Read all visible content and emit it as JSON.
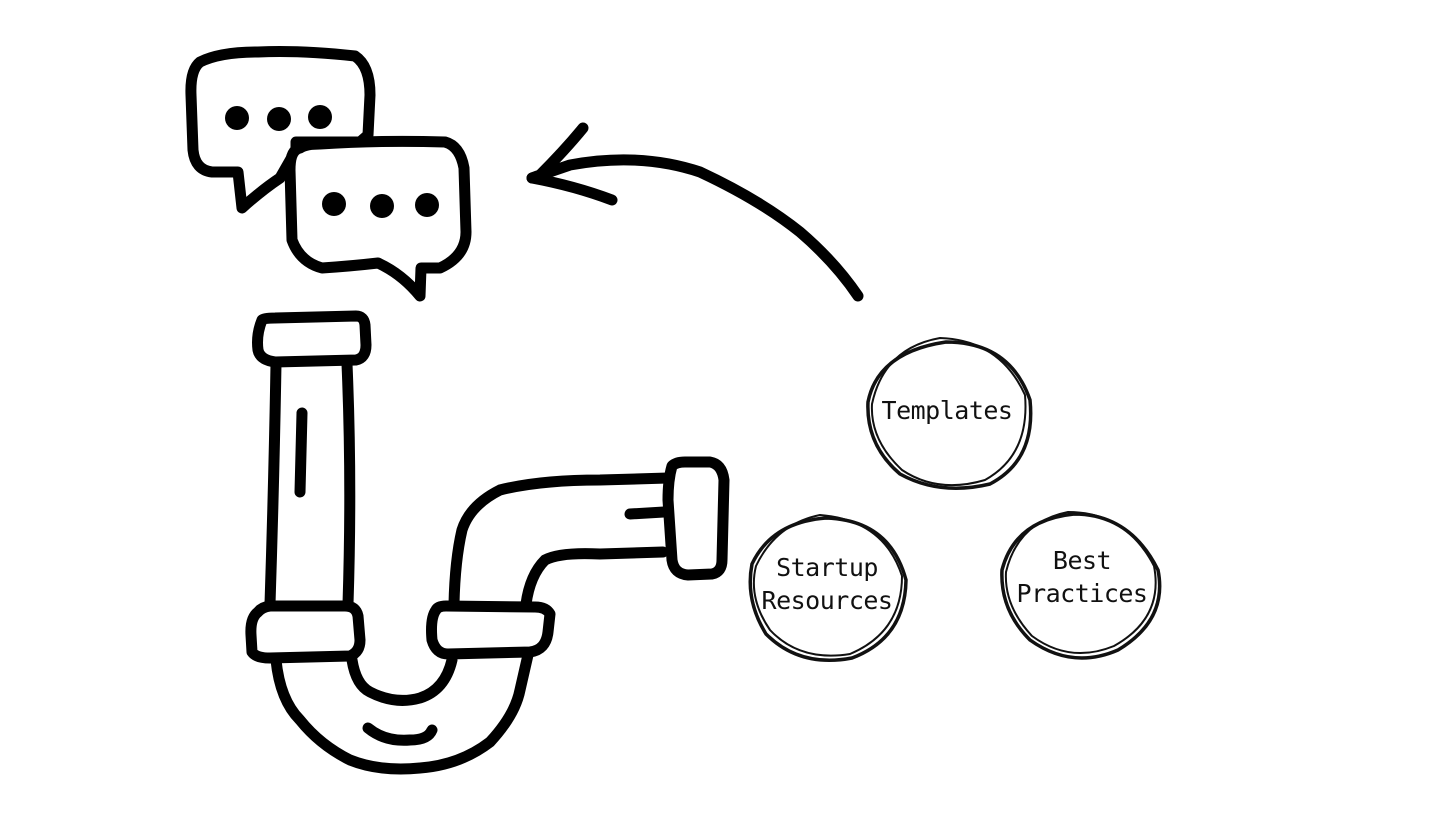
{
  "diagram": {
    "topics": [
      {
        "id": "templates",
        "label": "Templates"
      },
      {
        "id": "startup-resources",
        "label": "Startup\nResources"
      },
      {
        "id": "best-practices",
        "label": "Best\nPractices"
      }
    ],
    "colors": {
      "ink": "#000000",
      "background": "#ffffff"
    },
    "icons": [
      "chat-bubbles-icon",
      "pipe-icon",
      "arrow-icon"
    ]
  }
}
